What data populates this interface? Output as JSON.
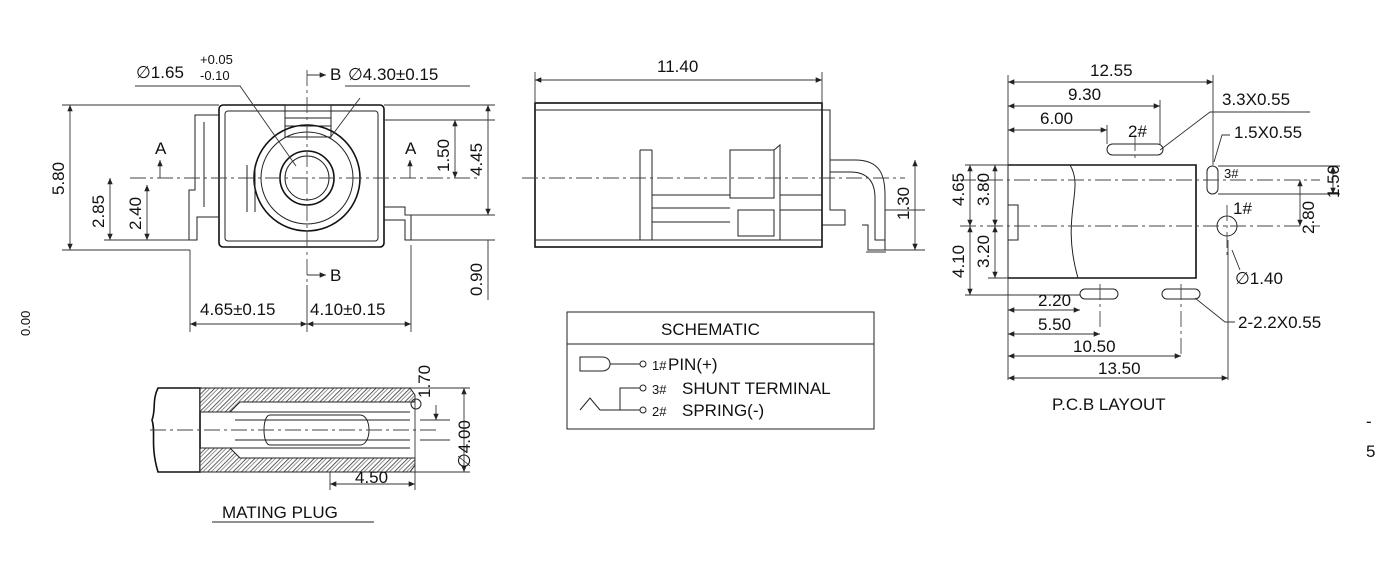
{
  "front_view": {
    "hole_dia": "∅1.65",
    "hole_tol_plus": "+0.05",
    "hole_tol_minus": "-0.10",
    "section_b_top": "B",
    "outer_dia": "∅4.30±0.15",
    "section_b_bottom": "B",
    "section_a_left": "A",
    "section_a_right": "A",
    "dim_height": "5.80",
    "dim_2_85": "2.85",
    "dim_2_40": "2.40",
    "dim_1_50": "1.50",
    "dim_4_45": "4.45",
    "dim_0_90": "0.90",
    "dim_left_width": "4.65±0.15",
    "dim_right_width": "4.10±0.15",
    "edge_fragment": "0.00"
  },
  "side_view": {
    "dim_length": "11.40",
    "dim_1_30": "1.30"
  },
  "schematic": {
    "title": "SCHEMATIC",
    "pin1_num": "1#",
    "pin1_label": "PIN(+)",
    "pin3_num": "3#",
    "pin3_label": "SHUNT TERMINAL",
    "pin2_num": "2#",
    "pin2_label": "SPRING(-)"
  },
  "mating_plug": {
    "title": "MATING PLUG",
    "dim_1_70": "1.70",
    "dim_dia": "∅4.00",
    "dim_4_50": "4.50"
  },
  "pcb_layout": {
    "title": "P.C.B LAYOUT",
    "dim_12_55": "12.55",
    "dim_9_30": "9.30",
    "dim_6_00": "6.00",
    "slot_3x": "3.3X0.55",
    "slot_1_5x": "1.5X0.55",
    "pin2": "2#",
    "pin3": "3#",
    "pin1": "1#",
    "dim_4_65": "4.65",
    "dim_3_80": "3.80",
    "dim_4_10": "4.10",
    "dim_3_20": "3.20",
    "dim_1_50": "1.50",
    "dim_2_80": "2.80",
    "hole_dia": "∅1.40",
    "dim_2_20": "2.20",
    "dim_5_50": "5.50",
    "slot_2x": "2-2.2X0.55",
    "dim_10_50": "10.50",
    "dim_13_50": "13.50"
  },
  "margin_marks": {
    "dash": "-",
    "five": "5"
  }
}
